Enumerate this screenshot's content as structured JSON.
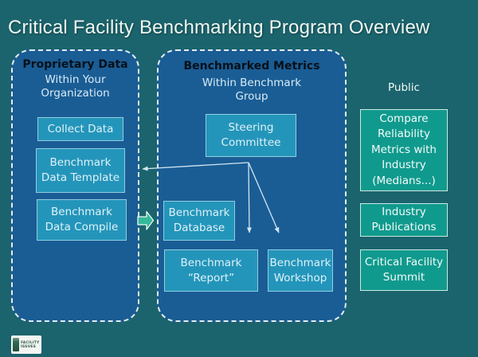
{
  "title": "Critical Facility Benchmarking Program Overview",
  "proprietary_panel": {
    "header": "Proprietary Data",
    "subheader": "Within Your\nOrganization",
    "collect_box": "Collect Data",
    "template_box": "Benchmark\nData Template",
    "compile_box": "Benchmark\nData Compile"
  },
  "benchmarked_panel": {
    "header": "Benchmarked Metrics",
    "subheader": "Within Benchmark\nGroup",
    "steering_box": "Steering\nCommittee",
    "database_box": "Benchmark\nDatabase",
    "report_box": "Benchmark\n“Report”",
    "workshop_box": "Benchmark\nWorkshop"
  },
  "public_section": {
    "header": "Public",
    "compare_box": "Compare\nReliability\nMetrics with\nIndustry\n(Medians...)",
    "publications_box": "Industry\nPublications",
    "summit_box": "Critical Facility\nSummit"
  },
  "logo": {
    "text": "FACILITY\nISSUES"
  },
  "icons": {
    "flow-arrow-icon": "right-block-arrow",
    "connector-arrow-icon": "thin-arrow-line"
  },
  "colors": {
    "background": "#1b646d",
    "panel_fill": "#1a5d95",
    "panel_dashed_border": "#e3edf2",
    "blue_box_fill": "#2495ba",
    "blue_box_border": "#90cde0",
    "green_box_fill": "#109a8e",
    "green_box_border": "#cde9e2",
    "flow_arrow_fill": "#36b89b",
    "connector_line": "#d3e6f3",
    "title_text": "#f0f7f2",
    "panel_header_text": "#071019"
  }
}
